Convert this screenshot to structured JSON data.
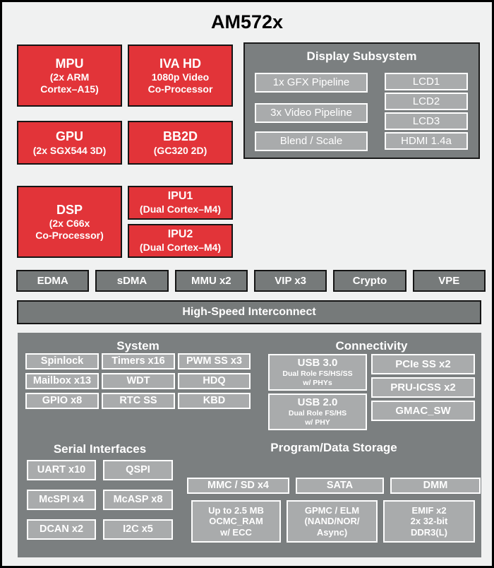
{
  "title": "AM572x",
  "colors": {
    "block_red": "#e23439",
    "panel_gray": "#7b7f80",
    "subblock_gray": "#a9abac",
    "dma_gray": "#767a7a",
    "background": "#f0f1f1",
    "text_on_blocks": "#ffffff"
  },
  "blocks": {
    "mpu": {
      "title": "MPU",
      "line1": "(2x ARM",
      "line2": "Cortex–A15)"
    },
    "iva": {
      "title": "IVA HD",
      "line1": "1080p Video",
      "line2": "Co-Processor"
    },
    "gpu": {
      "title": "GPU",
      "line1": "(2x SGX544 3D)"
    },
    "bb2d": {
      "title": "BB2D",
      "line1": "(GC320 2D)"
    },
    "dsp": {
      "title": "DSP",
      "line1": "(2x C66x",
      "line2": "Co-Processor)"
    },
    "ipu1": {
      "title": "IPU1",
      "line1": "(Dual Cortex–M4)"
    },
    "ipu2": {
      "title": "IPU2",
      "line1": "(Dual Cortex–M4)"
    }
  },
  "display_subsystem": {
    "title": "Display Subsystem",
    "pipelines": [
      "1x GFX Pipeline",
      "3x Video Pipeline",
      "Blend / Scale"
    ],
    "outputs": [
      "LCD1",
      "LCD2",
      "LCD3",
      "HDMI 1.4a"
    ]
  },
  "dma_row": [
    "EDMA",
    "sDMA",
    "MMU x2",
    "VIP x3",
    "Crypto",
    "VPE"
  ],
  "interconnect": {
    "label": "High-Speed Interconnect"
  },
  "peripherals": {
    "system": {
      "title": "System",
      "blocks": [
        "Spinlock",
        "Timers x16",
        "PWM SS x3",
        "Mailbox x13",
        "WDT",
        "HDQ",
        "GPIO x8",
        "RTC SS",
        "KBD"
      ]
    },
    "connectivity": {
      "title": "Connectivity",
      "usb3": {
        "title": "USB 3.0",
        "line1": "Dual Role FS/HS/SS",
        "line2": "w/ PHYs"
      },
      "usb2": {
        "title": "USB 2.0",
        "line1": "Dual Role FS/HS",
        "line2": "w/ PHY"
      },
      "blocks": [
        "PCIe SS x2",
        "PRU-ICSS x2",
        "GMAC_SW"
      ]
    },
    "serial": {
      "title": "Serial Interfaces",
      "blocks": [
        "UART x10",
        "QSPI",
        "McSPI x4",
        "McASP x8",
        "DCAN x2",
        "I2C x5"
      ]
    },
    "storage": {
      "title": "Program/Data Storage",
      "row1": [
        "MMC / SD x4",
        "SATA",
        "DMM"
      ],
      "ocmc": {
        "line1": "Up to 2.5 MB",
        "line2": "OCMC_RAM",
        "line3": "w/ ECC"
      },
      "gpmc": {
        "line1": "GPMC / ELM",
        "line2": "(NAND/NOR/",
        "line3": "Async)"
      },
      "emif": {
        "line1": "EMIF x2",
        "line2": "2x 32-bit",
        "line3": "DDR3(L)"
      }
    }
  }
}
